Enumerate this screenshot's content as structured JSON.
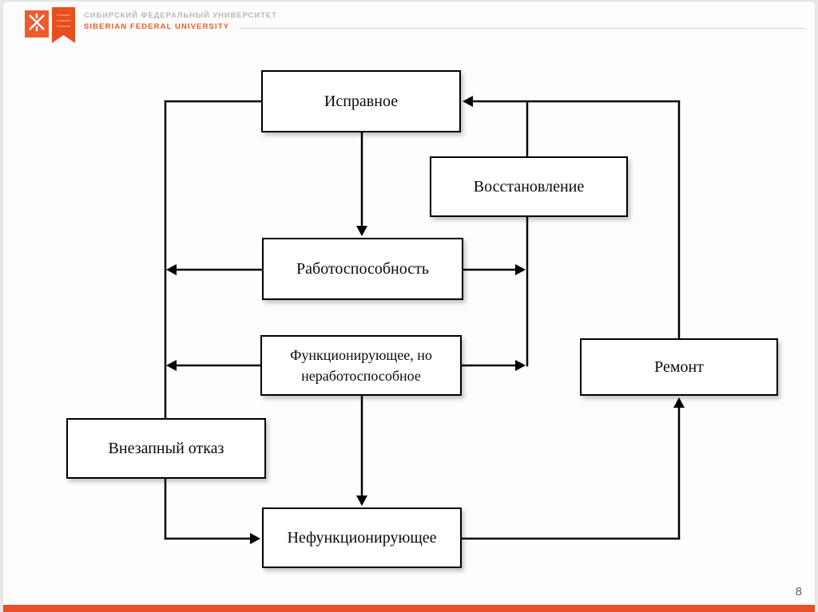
{
  "colors": {
    "accent_orange": "#E8502A",
    "header_gray": "#B4B8C2",
    "line_black": "#000000",
    "slide_background": "#FDFDFC"
  },
  "header": {
    "university_ru": "СИБИРСКИЙ ФЕДЕРАЛЬНЫЙ УНИВЕРСИТЕТ",
    "university_en": "SIBERIAN FEDERAL UNIVERSITY",
    "logo": "sfu-orange-banner-logo"
  },
  "footer": {
    "page_number": "8"
  },
  "diagram": {
    "nodes": {
      "operational": {
        "label": "Исправное"
      },
      "recovery": {
        "label": "Восстановление"
      },
      "operability": {
        "label": "Работоспособность"
      },
      "functioning_inoperable": {
        "label": "Функционирующее, но неработоспособное"
      },
      "sudden_failure": {
        "label": "Внезапный отказ"
      },
      "repair": {
        "label": "Ремонт"
      },
      "non_functioning": {
        "label": "Нефункционирующее"
      }
    },
    "edges": [
      {
        "from": "operational",
        "to": "operability"
      },
      {
        "from": "operational",
        "to": "sudden_failure",
        "via": "left-line"
      },
      {
        "from": "operability",
        "to": "sudden_failure",
        "via": "left-line"
      },
      {
        "from": "functioning_inoperable",
        "to": "sudden_failure",
        "via": "left-line"
      },
      {
        "from": "sudden_failure",
        "to": "non_functioning"
      },
      {
        "from": "functioning_inoperable",
        "to": "non_functioning"
      },
      {
        "from": "operability",
        "to": "recovery"
      },
      {
        "from": "functioning_inoperable",
        "to": "recovery"
      },
      {
        "from": "recovery",
        "to": "operational"
      },
      {
        "from": "non_functioning",
        "to": "repair"
      },
      {
        "from": "repair",
        "to": "operational"
      }
    ]
  }
}
